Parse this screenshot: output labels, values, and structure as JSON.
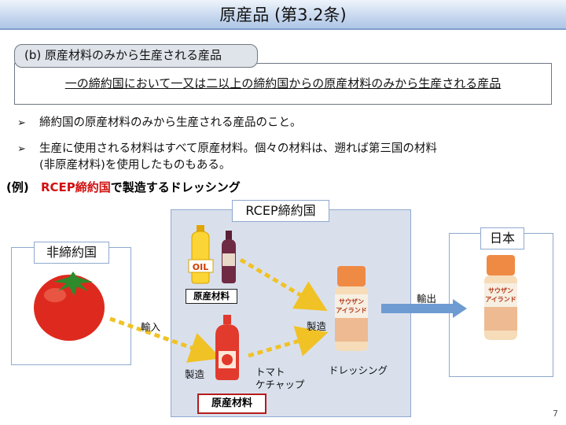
{
  "title": "原産品 (第3.2条)",
  "section": {
    "tab_label": "(b) 原産材料のみから生産される産品",
    "definition": "一の締約国において一又は二以上の締約国からの原産材料のみから生産される産品"
  },
  "bullets": [
    {
      "lines": [
        "締約国の原産材料のみから生産される産品のこと。"
      ]
    },
    {
      "lines": [
        "生産に使用される材料はすべて原産材料。個々の材料は、遡れば第三国の材料",
        "(非原産材料)を使用したものもある。"
      ]
    }
  ],
  "example": {
    "prefix": "(例)",
    "highlight": "RCEP締約国",
    "suffix": "で製造するドレッシング"
  },
  "diagram": {
    "non_party": {
      "label": "非締約国"
    },
    "rcep": {
      "label": "RCEP締約国"
    },
    "japan": {
      "label": "日本"
    },
    "import_label": "輸入",
    "manufacture_label_1": "製造",
    "manufacture_label_2": "製造",
    "ketchup_label_line1": "トマト",
    "ketchup_label_line2": "ケチャップ",
    "dressing_label": "ドレッシング",
    "export_label": "輸出",
    "material_label_small": "原産材料",
    "material_label_red": "原産材料",
    "oil_text": "OIL",
    "dressing_brand_line1": "サウザン",
    "dressing_brand_line2": "アイランド"
  },
  "colors": {
    "title_gradient_bottom": "#aec6e6",
    "box_border": "#8fa9cf",
    "rcep_fill": "#d9e0ec",
    "dotted_arrow": "#f0c226",
    "export_arrow": "#6f9bd3",
    "highlight_red": "#d01010"
  },
  "page_number": "7"
}
